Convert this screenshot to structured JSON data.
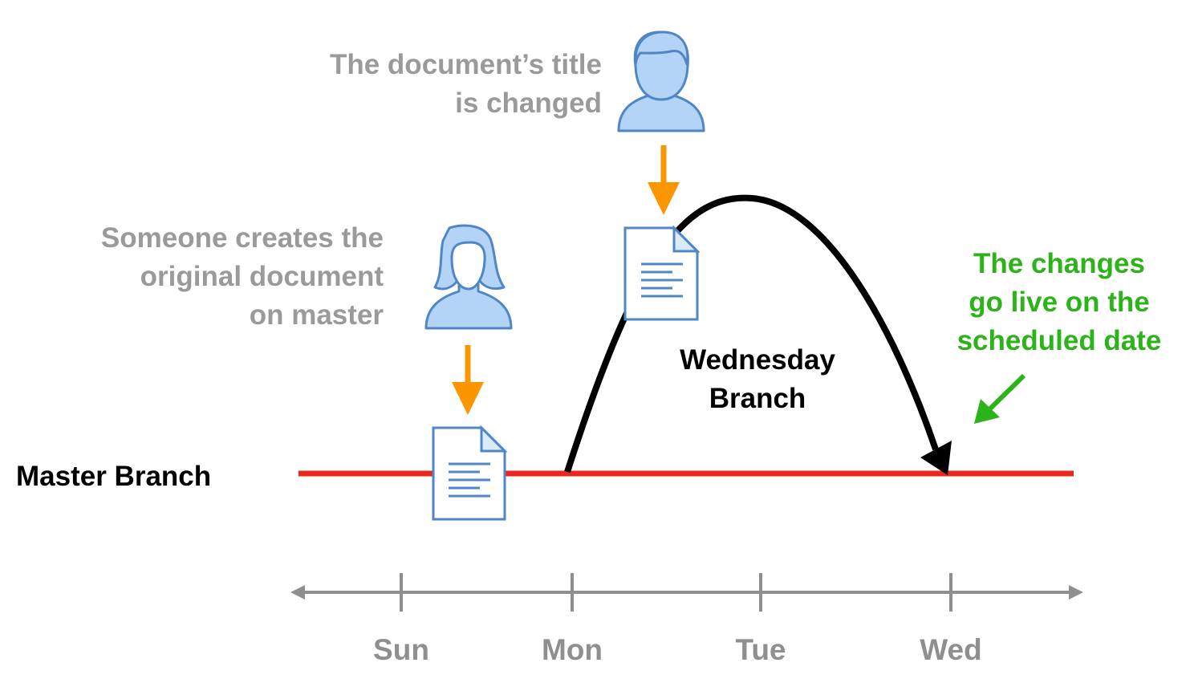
{
  "annotations": {
    "title_change": [
      "The document’s title",
      "is changed"
    ],
    "creation": [
      "Someone creates the",
      "original document",
      "on master"
    ],
    "live": [
      "The changes",
      "go live on the",
      "scheduled date"
    ]
  },
  "branches": {
    "master": "Master Branch",
    "feature": [
      "Wednesday",
      "Branch"
    ]
  },
  "timeline": {
    "days": [
      "Sun",
      "Mon",
      "Tue",
      "Wed"
    ]
  },
  "colors": {
    "master_line": "#e8281c",
    "arrow_orange": "#fb9600",
    "icon_blue": "#4f86c6",
    "green": "#2db31a",
    "axis": "#8f8f8f"
  }
}
